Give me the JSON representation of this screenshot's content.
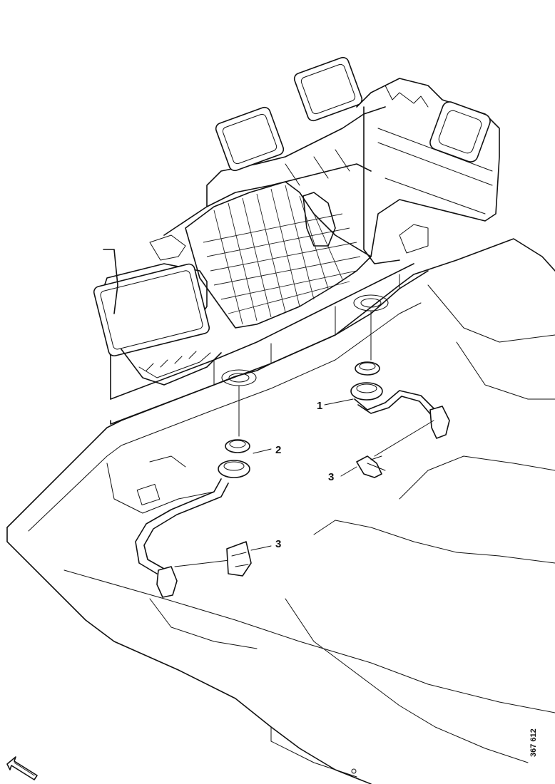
{
  "callouts": {
    "c1": "1",
    "c2": "2",
    "c3a": "3",
    "c3b": "3"
  },
  "reference_code": "367 612",
  "icons": {
    "direction_arrow": "direction-arrow-icon"
  }
}
